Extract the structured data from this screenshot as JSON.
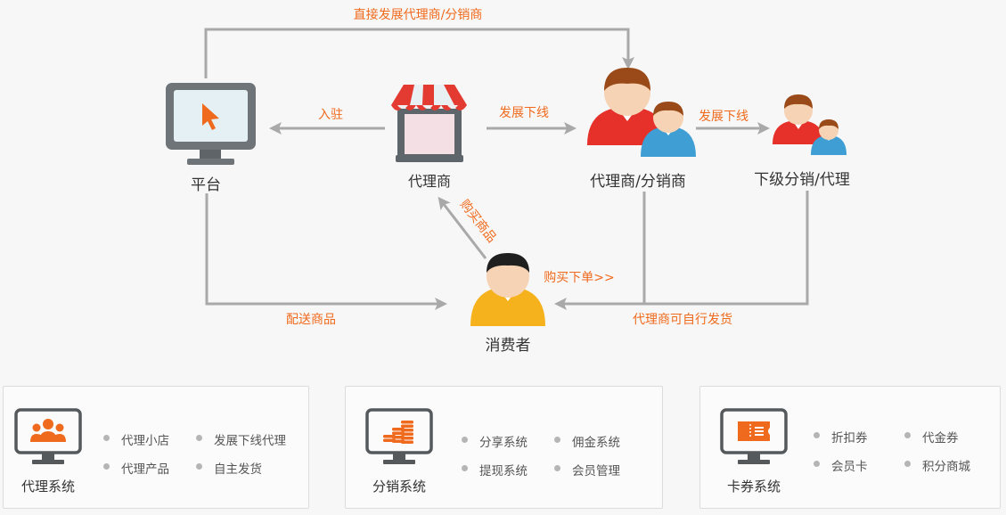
{
  "flow": {
    "edge_direct": "直接发展代理商/分销商",
    "edge_enter": "入驻",
    "edge_develop1": "发展下线",
    "edge_develop2": "发展下线",
    "edge_buy_goods": "购买商品",
    "edge_order": "购买下单>>",
    "edge_deliver": "配送商品",
    "edge_self_ship": "代理商可自行发货"
  },
  "nodes": {
    "platform": "平台",
    "agent": "代理商",
    "agent_distributor": "代理商/分销商",
    "sub_distributor": "下级分销/代理",
    "consumer": "消费者"
  },
  "cards": [
    {
      "title": "代理系统",
      "icon": "people-icon",
      "features": [
        "代理小店",
        "发展下线代理",
        "代理产品",
        "自主发货"
      ]
    },
    {
      "title": "分销系统",
      "icon": "coins-icon",
      "features": [
        "分享系统",
        "佣金系统",
        "提现系统",
        "会员管理"
      ]
    },
    {
      "title": "卡券系统",
      "icon": "ticket-icon",
      "features": [
        "折扣券",
        "代金券",
        "会员卡",
        "积分商城"
      ]
    }
  ],
  "colors": {
    "accent": "#ef6a1c",
    "line": "#a9a9a9",
    "person_red": "#e5312a",
    "person_blue": "#3f9fd4",
    "person_yellow": "#f5b21d"
  }
}
